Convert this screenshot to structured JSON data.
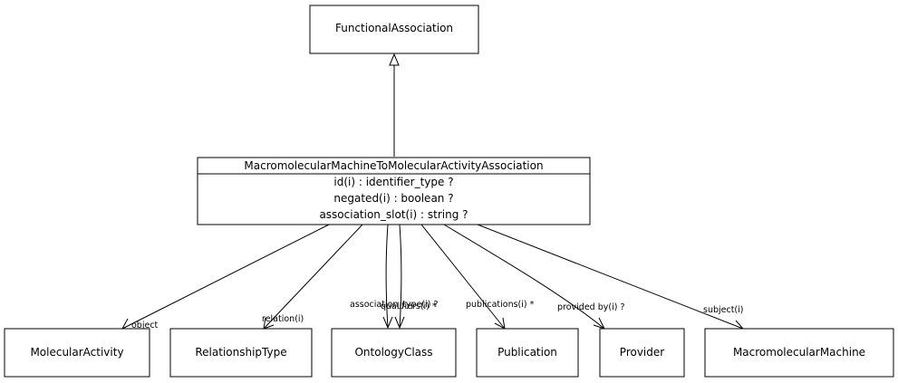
{
  "classes": {
    "functional_association": "FunctionalAssociation",
    "main": {
      "name": "MacromolecularMachineToMolecularActivityAssociation",
      "attributes": [
        "id(i) : identifier_type ?",
        "negated(i) : boolean ?",
        "association_slot(i) : string ?"
      ]
    },
    "molecular_activity": "MolecularActivity",
    "relationship_type": "RelationshipType",
    "ontology_class": "OntologyClass",
    "publication": "Publication",
    "provider": "Provider",
    "macromolecular_machine": "MacromolecularMachine"
  },
  "edge_labels": {
    "object": "object",
    "relation": "relation(i)",
    "association_type": "association_type(i) ?",
    "qualifiers": "qualifiers(i) *",
    "publications": "publications(i) *",
    "provided_by": "provided by(i) ?",
    "subject": "subject(i)"
  }
}
